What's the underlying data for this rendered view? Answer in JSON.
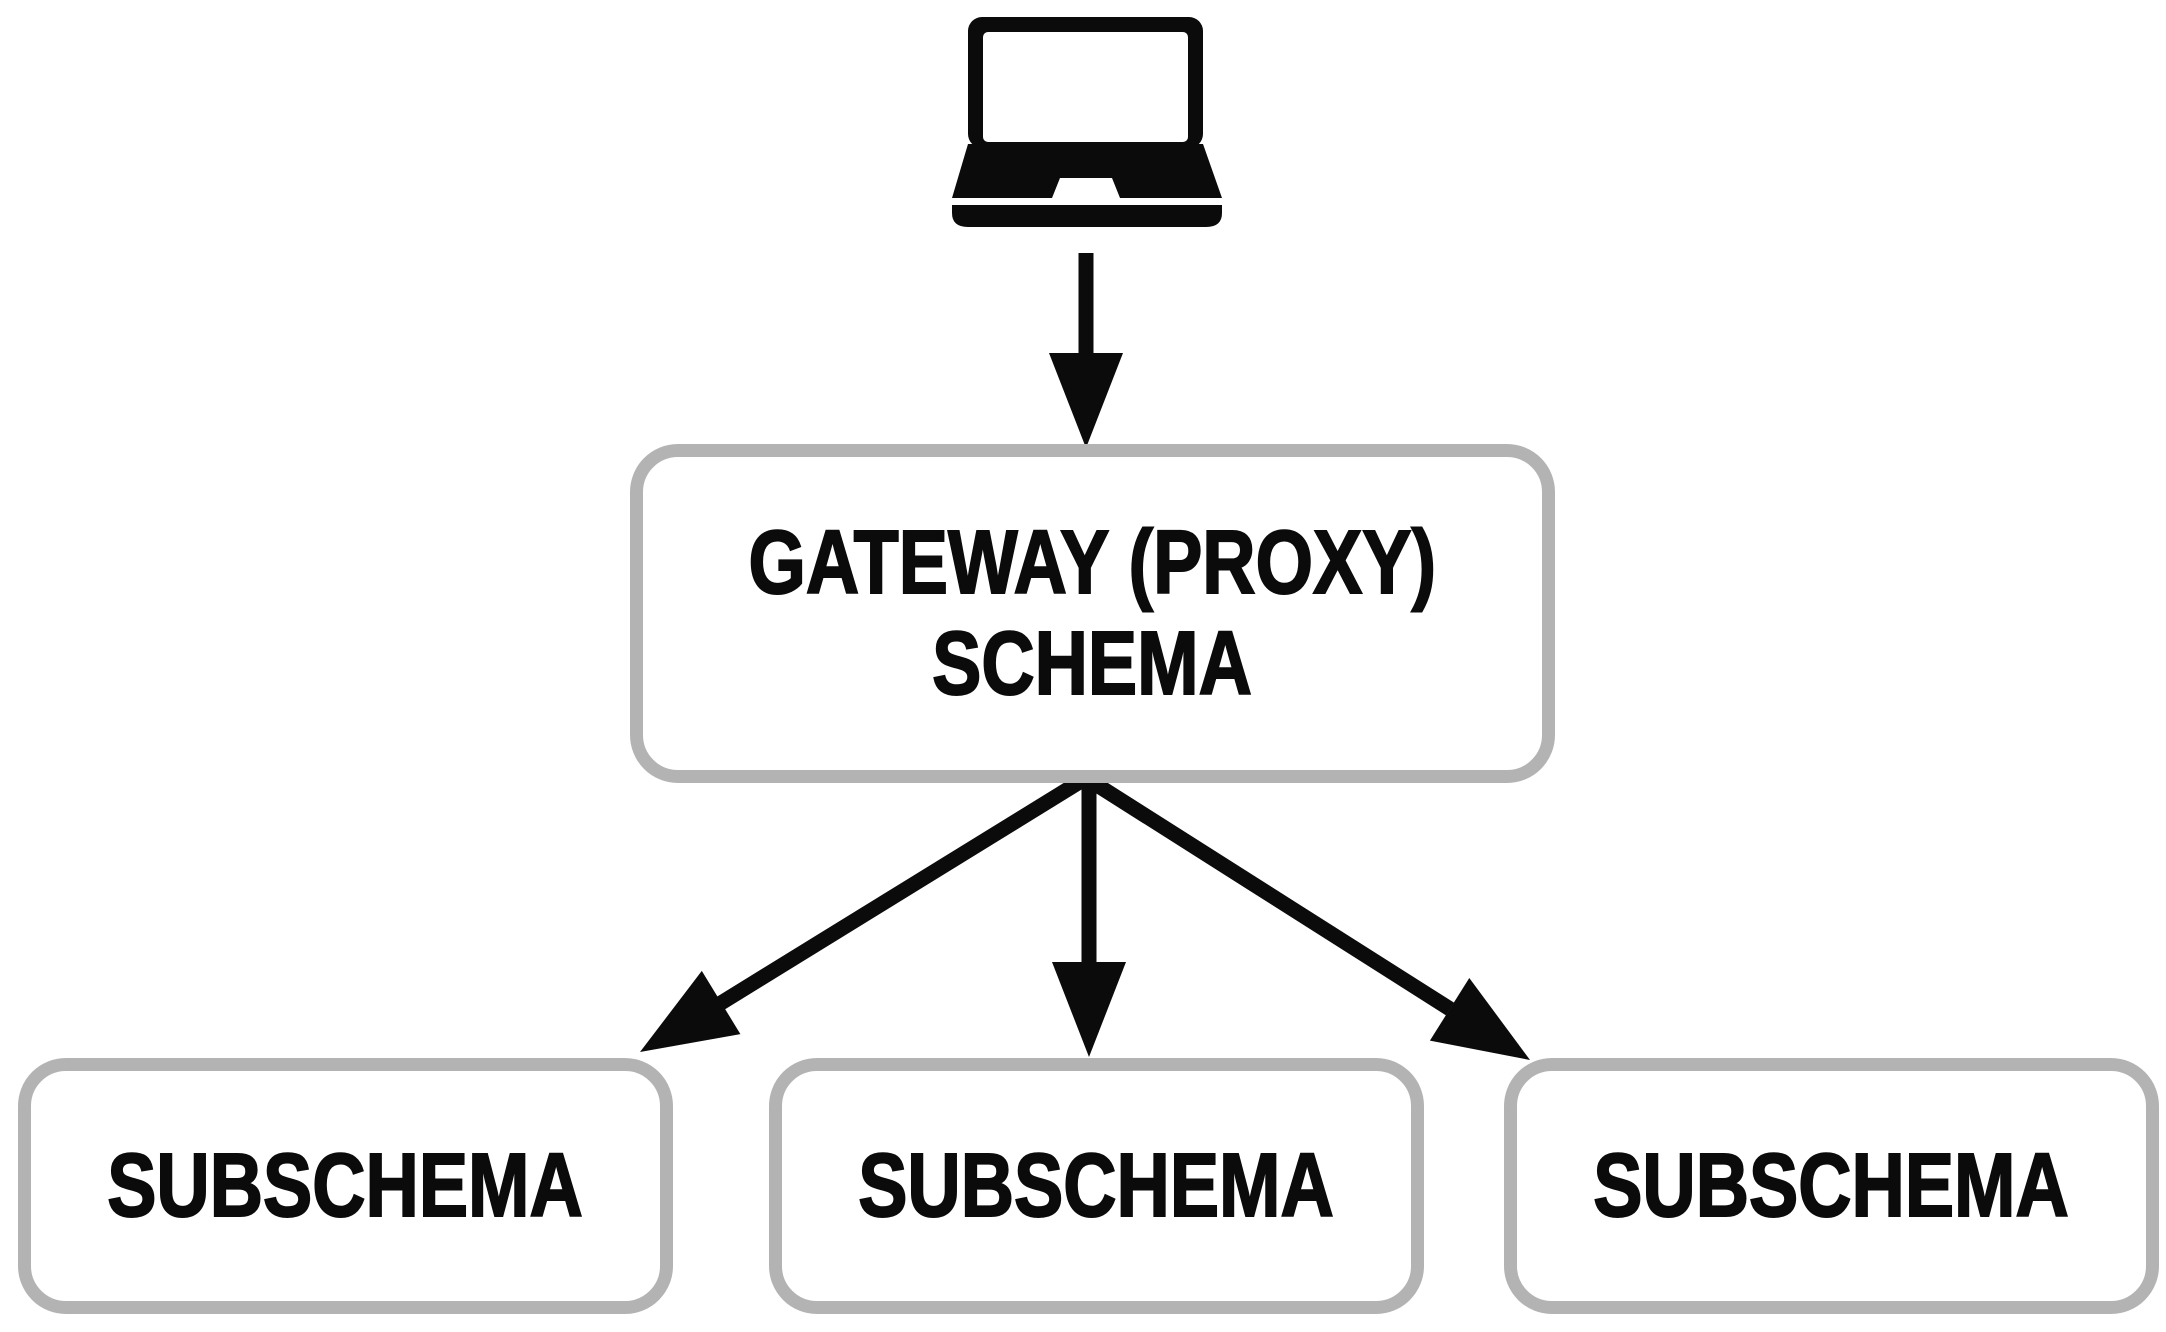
{
  "diagram": {
    "client": {
      "icon": "laptop"
    },
    "nodes": {
      "gateway": {
        "line1": "GATEWAY (PROXY)",
        "line2": "SCHEMA"
      },
      "subschemas": [
        {
          "label": "SUBSCHEMA"
        },
        {
          "label": "SUBSCHEMA"
        },
        {
          "label": "SUBSCHEMA"
        }
      ]
    },
    "colors": {
      "box_border": "#b3b3b3",
      "box_fill": "#ffffff",
      "ink": "#0b0b0b",
      "background": "#ffffff"
    }
  }
}
